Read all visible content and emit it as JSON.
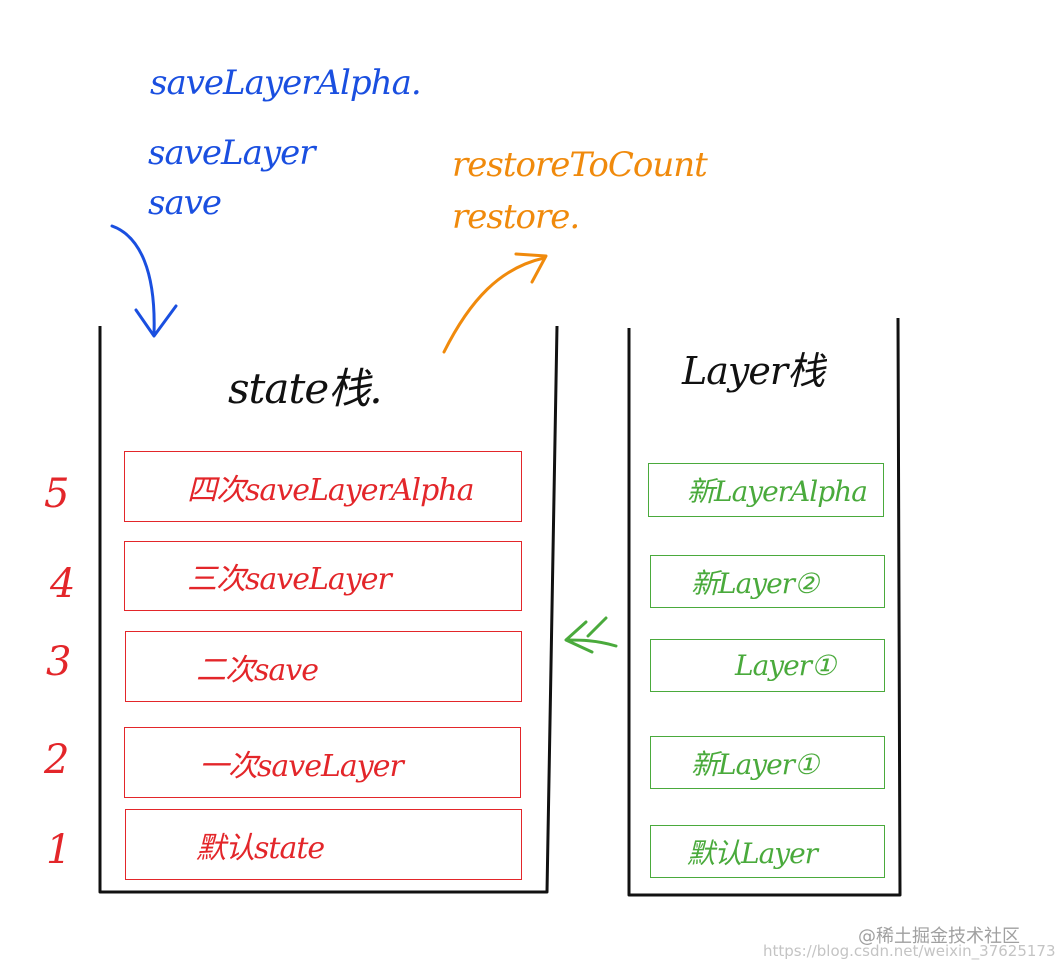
{
  "push_ops": [
    "saveLayerAlpha.",
    "saveLayer",
    "save"
  ],
  "pop_ops": [
    "restoreToCount",
    "restore."
  ],
  "state_stack": {
    "title": "state栈.",
    "items": [
      {
        "level": "5",
        "label": "四次saveLayerAlpha"
      },
      {
        "level": "4",
        "label": "三次saveLayer"
      },
      {
        "level": "3",
        "label": "二次save"
      },
      {
        "level": "2",
        "label": "一次saveLayer"
      },
      {
        "level": "1",
        "label": "默认state"
      }
    ]
  },
  "layer_stack": {
    "title": "Layer栈",
    "items": [
      {
        "label": "新LayerAlpha"
      },
      {
        "label": "新Layer②"
      },
      {
        "label": "Layer①"
      },
      {
        "label": "新Layer①"
      },
      {
        "label": "默认Layer"
      }
    ]
  },
  "colors": {
    "push": "#1a4fe0",
    "pop": "#f08a0c",
    "state_items": "#e3262a",
    "layer_items": "#4aaa3c",
    "stack_outline": "#111111"
  },
  "watermark": {
    "line1": "@稀土掘金技术社区",
    "line2": "https://blog.csdn.net/weixin_37625173"
  }
}
